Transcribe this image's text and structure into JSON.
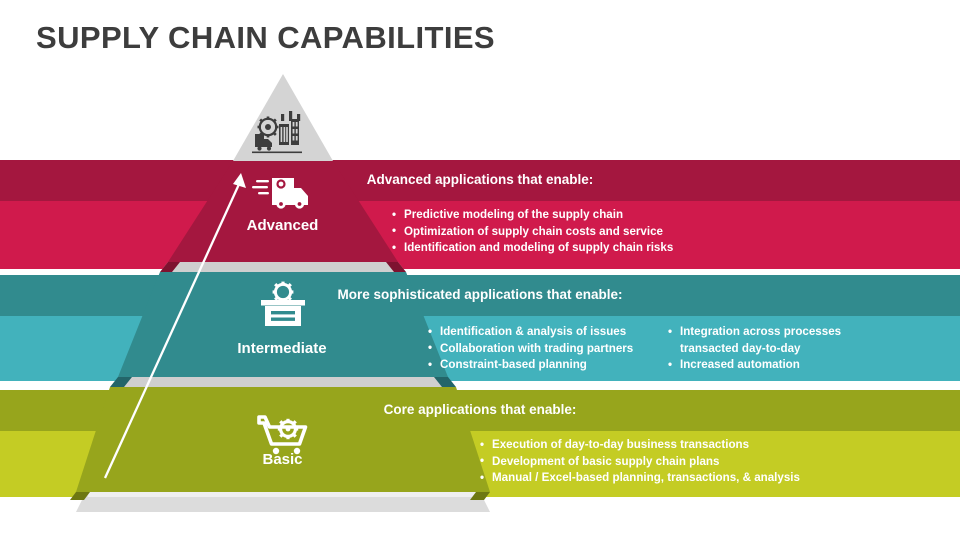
{
  "slide": {
    "title": "SUPPLY CHAIN CAPABILITIES",
    "background": "#FFFFFF",
    "title_color": "#3D3D3D"
  },
  "colors": {
    "advanced_header": "#A4173F",
    "advanced_body": "#D01A4C",
    "advanced_face": "#A4173F",
    "intermediate_header": "#318B8E",
    "intermediate_body": "#42B2BC",
    "intermediate_face": "#318B8E",
    "basic_header": "#97A51C",
    "basic_body": "#C4CC24",
    "basic_face": "#97A51C",
    "apex": "#D4D4D4",
    "apex_icon": "#3D3D3D",
    "shadow": "#D9D9D9",
    "base_slab": "#DCDCDC",
    "arrow": "#FFFFFF",
    "text_on_band": "#FFFFFF"
  },
  "apex": {
    "icon": "factory-industry-icon"
  },
  "tiers": [
    {
      "id": "advanced",
      "label": "Advanced",
      "icon": "delivery-truck-icon",
      "heading": "Advanced applications that enable:",
      "columns": [
        [
          {
            "text": "Predictive modeling of the supply chain",
            "bullet": true
          },
          {
            "text": "Optimization of supply chain costs and service",
            "bullet": true
          },
          {
            "text": "Identification and modeling of supply chain risks",
            "bullet": true
          }
        ]
      ]
    },
    {
      "id": "intermediate",
      "label": "Intermediate",
      "icon": "inbox-gear-icon",
      "heading": "More sophisticated applications that enable:",
      "columns": [
        [
          {
            "text": "Identification & analysis of issues",
            "bullet": true
          },
          {
            "text": "Collaboration with trading partners",
            "bullet": true
          },
          {
            "text": "Constraint-based planning",
            "bullet": true
          }
        ],
        [
          {
            "text": "Integration across processes",
            "bullet": true
          },
          {
            "text": "transacted day-to-day",
            "bullet": false
          },
          {
            "text": "Increased automation",
            "bullet": true
          }
        ]
      ]
    },
    {
      "id": "basic",
      "label": "Basic",
      "icon": "shopping-cart-gear-icon",
      "heading": "Core applications that enable:",
      "columns": [
        [
          {
            "text": "Execution of day-to-day business transactions",
            "bullet": true
          },
          {
            "text": "Development of basic supply chain plans",
            "bullet": true
          },
          {
            "text": "Manual / Excel-based planning, transactions, & analysis",
            "bullet": true
          }
        ]
      ]
    }
  ],
  "arrow": {
    "name": "maturity-progression-arrow",
    "direction": "up-right"
  }
}
